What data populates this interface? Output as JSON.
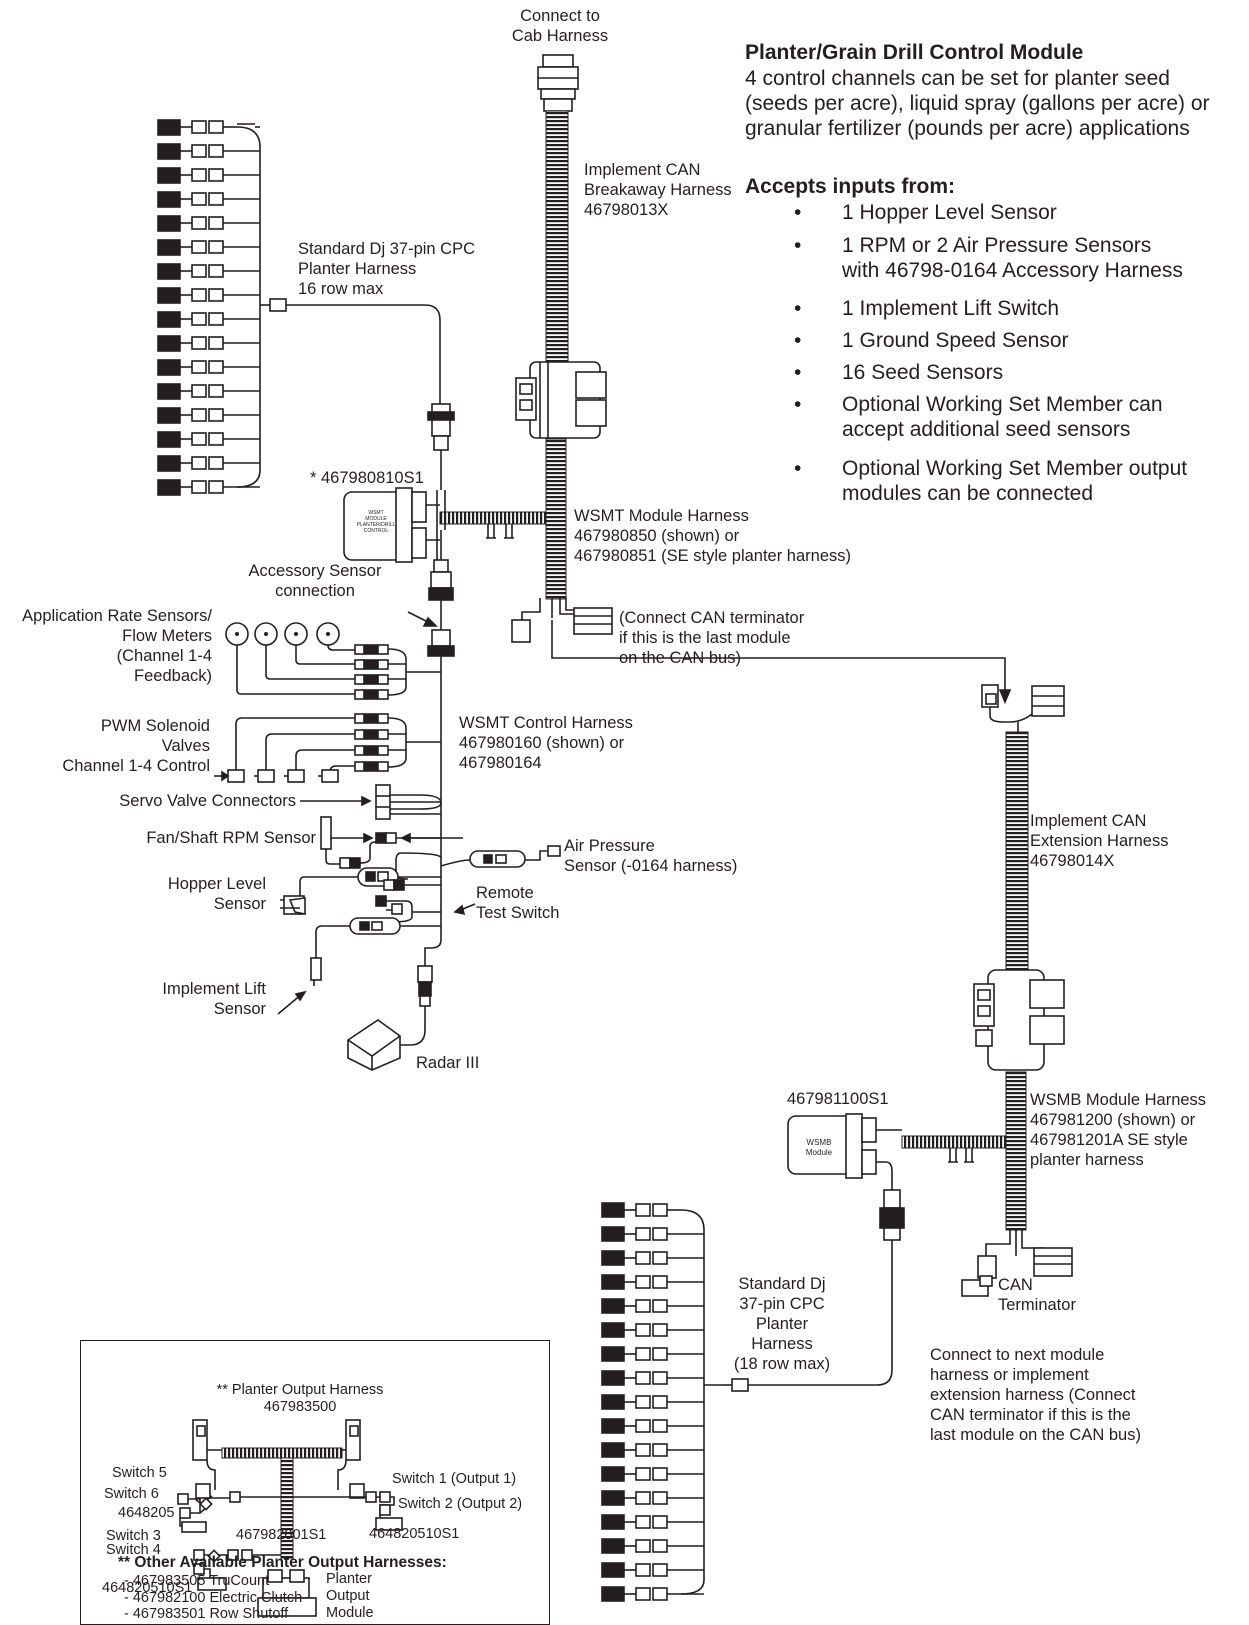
{
  "module": {
    "title": "Planter/Grain Drill Control Module",
    "description": [
      "4 control channels can be set for planter seed",
      "(seeds per acre), liquid spray (gallons per acre) or",
      "granular fertilizer (pounds per acre) applications"
    ],
    "inputs_title": "Accepts inputs from:",
    "inputs": [
      [
        "1 Hopper Level Sensor"
      ],
      [
        "1 RPM or 2 Air Pressure Sensors",
        "with 46798-0164 Accessory Harness"
      ],
      [
        "1 Implement Lift Switch"
      ],
      [
        "1 Ground Speed Sensor"
      ],
      [
        "16 Seed Sensors"
      ],
      [
        "Optional Working Set Member can",
        "accept additional seed sensors"
      ],
      [
        "Optional Working Set Member output",
        "modules can be connected"
      ]
    ],
    "bullet": "•"
  },
  "labels": {
    "cab": [
      "Connect to",
      "Cab Harness"
    ],
    "breakaway": [
      "Implement CAN",
      "Breakaway Harness",
      "46798013X"
    ],
    "planter_harness_top": [
      "Standard Dj 37-pin CPC",
      "Planter Harness",
      "16 row max"
    ],
    "wsmt_module_pn": "* 467980810S1",
    "wsmt_module_text": [
      "WSMT",
      "MODULE",
      "PLANTER/DRILL",
      "CONTROL"
    ],
    "wsmt_harness": [
      "WSMT Module Harness",
      "467980850 (shown) or",
      "467980851 (SE style planter harness)"
    ],
    "accessory": [
      "Accessory Sensor",
      "connection"
    ],
    "terminator_note": [
      "(Connect CAN terminator",
      "if this is the last module",
      "on the CAN bus)"
    ],
    "app_rate": [
      "Application Rate Sensors/",
      "Flow Meters",
      "(Channel 1-4",
      "Feedback)"
    ],
    "pwm": [
      "PWM Solenoid",
      "Valves",
      "Channel 1-4 Control"
    ],
    "control_harness": [
      "WSMT Control Harness",
      "467980160 (shown) or",
      "467980164"
    ],
    "servo": "Servo Valve Connectors",
    "fan": "Fan/Shaft RPM Sensor",
    "air": [
      "Air Pressure",
      "Sensor (-0164 harness)"
    ],
    "hopper": [
      "Hopper Level",
      "Sensor"
    ],
    "remote": [
      "Remote",
      "Test Switch"
    ],
    "lift": [
      "Implement Lift",
      "Sensor"
    ],
    "radar": "Radar III",
    "extension": [
      "Implement CAN",
      "Extension Harness",
      "46798014X"
    ],
    "wsmb_pn": "467981100S1",
    "wsmb_text": [
      "WSMB",
      "Module"
    ],
    "wsmb_harness": [
      "WSMB Module Harness",
      "467981200 (shown) or",
      "467981201A SE style",
      "planter harness"
    ],
    "planter_harness_bottom": [
      "Standard Dj",
      "37-pin CPC",
      "Planter",
      "Harness",
      "(18 row max)"
    ],
    "can_term": [
      "CAN",
      "Terminator"
    ],
    "next_module": [
      "Connect to next module",
      "harness or implement",
      "extension harness (Connect",
      "CAN terminator if this is the",
      "last module on the CAN bus)"
    ]
  },
  "inset": {
    "title": [
      "** Planter Output Harness",
      "467983500"
    ],
    "switch5": "Switch 5",
    "switch6": "Switch 6",
    "pn_4648205": "4648205",
    "switch3": "Switch 3",
    "switch4": "Switch 4",
    "pn_left": "464820510S1",
    "switch1": "Switch 1 (Output 1)",
    "switch2": "Switch 2 (Output 2)",
    "pn_right": "464820510S1",
    "output_module": [
      "Planter",
      "Output",
      "Module"
    ],
    "output_pn": "467982001S1"
  },
  "other": {
    "title": "** Other Available Planter Output Harnesses:",
    "items": [
      "- 467983505 TruCount",
      "- 467982100 Electric Clutch",
      "- 467983501 Row Shutoff"
    ]
  }
}
